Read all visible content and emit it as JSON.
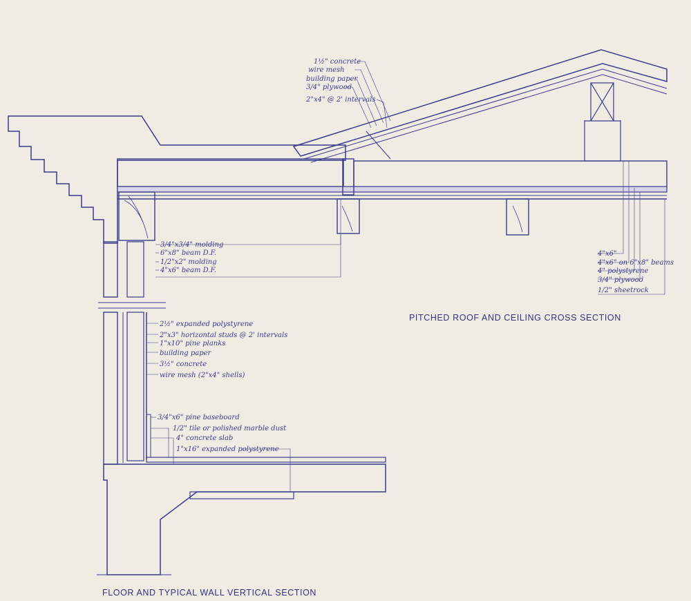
{
  "roof_callouts": [
    "1½\" concrete",
    "wire mesh",
    "building paper",
    "3/4\" plywood",
    "2\"x4\" @ 2' intervals"
  ],
  "beam_callouts": [
    "3/4\"x3/4\" molding",
    "6\"x8\" beam D.F.",
    "1/2\"x2\" molding",
    "4\"x6\" beam D.F."
  ],
  "ceiling_callouts": [
    "4\"x6\"",
    "4\"x6\" on 6\"x8\" beams",
    "4\" polystyrene",
    "3/4\" plywood",
    "1/2\" sheetrock"
  ],
  "wall_callouts": [
    "2½\" expanded polystyrene",
    "2\"x3\" horizontal studs @ 2' intervals",
    "1\"x10\" pine planks",
    "building paper",
    "3½\" concrete",
    "wire mesh (2\"x4\" shells)"
  ],
  "floor_callouts": [
    "3/4\"x6\" pine baseboard",
    "1/2\" tile or polished marble dust",
    "4\" concrete slab",
    "1\"x16\" expanded polystyrene"
  ],
  "titles": {
    "roof_section": "PITCHED ROOF AND CEILING CROSS SECTION",
    "wall_section": "FLOOR AND TYPICAL WALL VERTICAL SECTION"
  },
  "colors": {
    "paper": "#efece3",
    "ink": "#3a3a8c"
  }
}
